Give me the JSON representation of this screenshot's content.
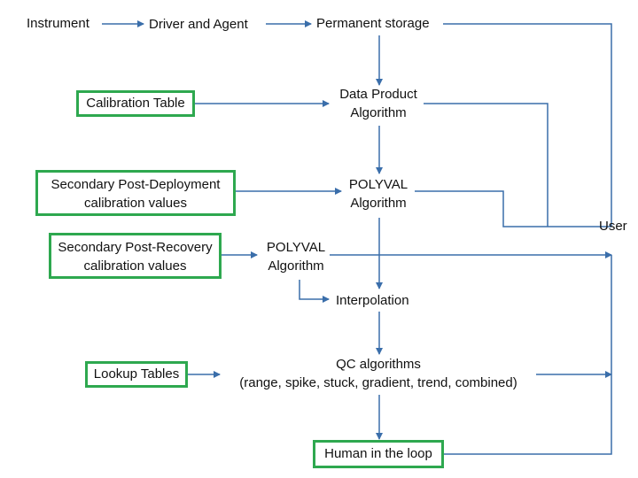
{
  "nodes": {
    "instrument": "Instrument",
    "driver_agent": "Driver and  Agent",
    "permanent_storage": "Permanent storage",
    "calibration_table": "Calibration Table",
    "data_product_algorithm": {
      "line1": "Data Product",
      "line2": "Algorithm"
    },
    "secondary_post_deployment": {
      "line1": "Secondary Post-Deployment",
      "line2": "calibration values"
    },
    "polyval_1": {
      "line1": "POLYVAL",
      "line2": "Algorithm"
    },
    "user": "User",
    "secondary_post_recovery": {
      "line1": "Secondary Post-Recovery",
      "line2": "calibration values"
    },
    "polyval_2": {
      "line1": "POLYVAL",
      "line2": "Algorithm"
    },
    "interpolation": "Interpolation",
    "lookup_tables": "Lookup Tables",
    "qc_algorithms": {
      "line1": "QC algorithms",
      "line2": "(range, spike, stuck, gradient, trend, combined)"
    },
    "human_in_loop": "Human in the loop"
  },
  "colors": {
    "box_border": "#2ea84f",
    "connector": "#3a6eaa",
    "text": "#111111"
  }
}
